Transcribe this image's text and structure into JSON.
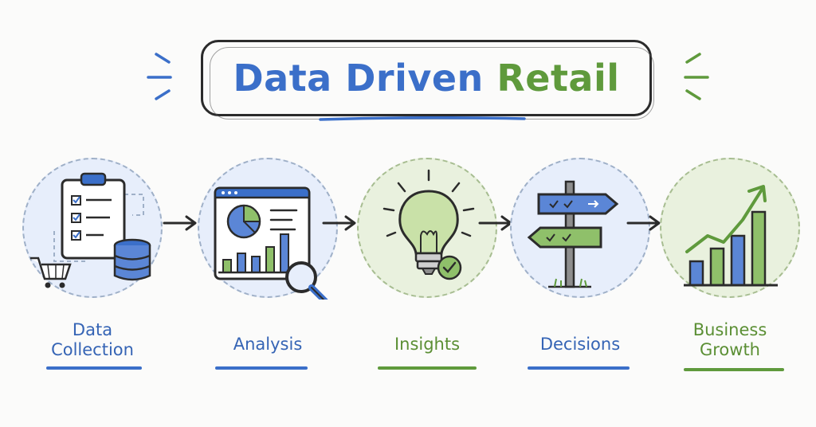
{
  "title": {
    "part1": "Data Driven",
    "part2": "Retail"
  },
  "colors": {
    "blue": "#3b6fc9",
    "green": "#5f9a3c",
    "ink": "#2b2b2b",
    "blue_fill": "#e7eefb",
    "green_fill": "#e9f1de"
  },
  "steps": [
    {
      "label": "Data\nCollection",
      "icon": "clipboard-database-cart-icon",
      "tone": "blue"
    },
    {
      "label": "Analysis",
      "icon": "dashboard-magnifier-icon",
      "tone": "blue"
    },
    {
      "label": "Insights",
      "icon": "lightbulb-check-icon",
      "tone": "green"
    },
    {
      "label": "Decisions",
      "icon": "signpost-icon",
      "tone": "blue"
    },
    {
      "label": "Business\nGrowth",
      "icon": "growth-chart-icon",
      "tone": "green"
    }
  ]
}
